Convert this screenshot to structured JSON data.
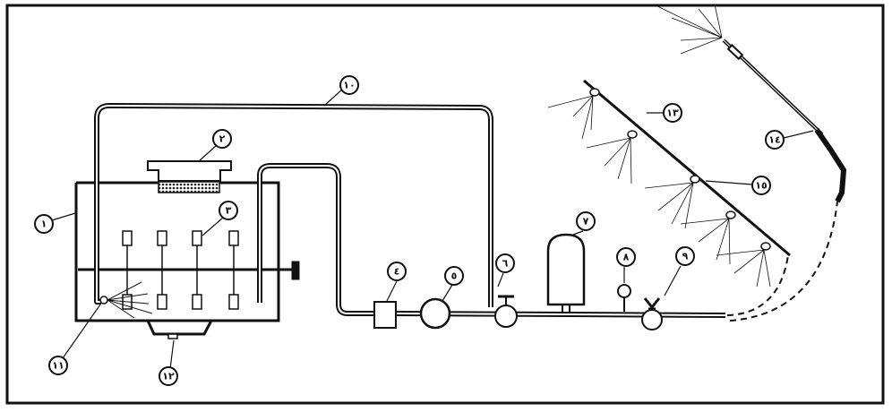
{
  "diagram": {
    "type": "sprayer system schematic",
    "labels": {
      "l1": "١",
      "l2": "٢",
      "l3": "٣",
      "l4": "٤",
      "l5": "٥",
      "l6": "٦",
      "l7": "٧",
      "l8": "٨",
      "l9": "٩",
      "l10": "١٠",
      "l11": "١١",
      "l12": "١٢",
      "l13": "١٣",
      "l14": "١٤",
      "l15": "١٥"
    }
  }
}
